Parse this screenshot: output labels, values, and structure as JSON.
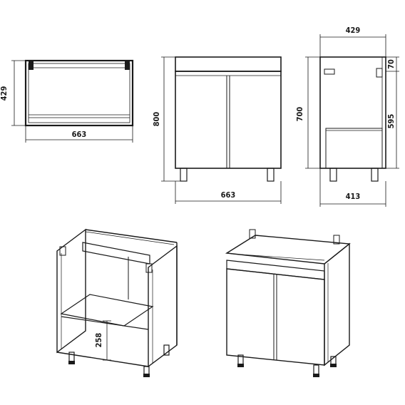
{
  "dimensions": {
    "top_view_depth": "429",
    "top_view_width": "663",
    "front_height": "800",
    "front_width": "663",
    "side_top_depth": "429",
    "side_height": "700",
    "side_top_offset": "70",
    "side_inner_height": "595",
    "side_bottom_depth": "413",
    "open_shelf_height": "258"
  },
  "colors": {
    "line": "#1a1a1a",
    "background": "#ffffff"
  }
}
